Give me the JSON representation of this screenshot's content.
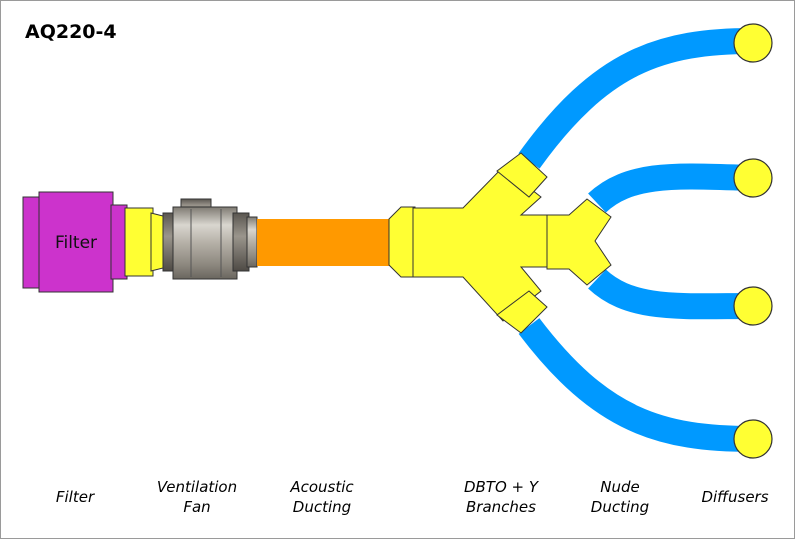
{
  "title": "AQ220-4",
  "filter_text": "Filter",
  "captions": {
    "filter": "Filter",
    "fan": "Ventilation\nFan",
    "acoustic": "Acoustic\nDucting",
    "branches": "DBTO + Y\nBranches",
    "nude": "Nude\nDucting",
    "diffusers": "Diffusers"
  },
  "colors": {
    "filter": "#cc33cc",
    "connector": "#ffff33",
    "acoustic_duct": "#ff9900",
    "nude_duct": "#0099ff",
    "fan_body": "#a8a39a",
    "diffuser": "#ffff33"
  },
  "diffuser_count": 4
}
